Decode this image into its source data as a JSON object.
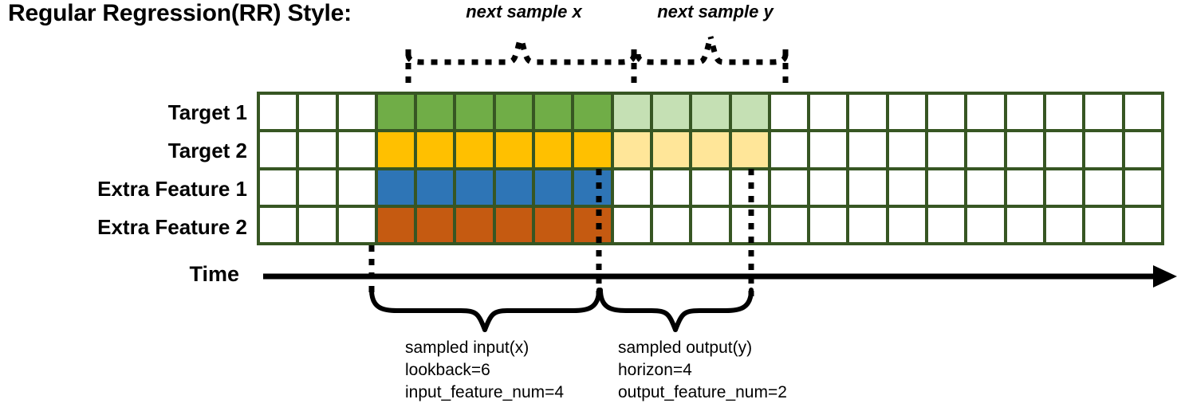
{
  "title": "Regular Regression(RR) Style:",
  "rows": [
    {
      "label": "Target 1",
      "name": "target-1"
    },
    {
      "label": "Target 2",
      "name": "target-2"
    },
    {
      "label": "Extra Feature 1",
      "name": "extra-feature-1"
    },
    {
      "label": "Extra Feature 2",
      "name": "extra-feature-2"
    }
  ],
  "axis": {
    "label": "Time"
  },
  "top_braces": [
    {
      "label": "next sample x"
    },
    {
      "label": "next sample y"
    }
  ],
  "bottom_notes": [
    {
      "line1": "sampled input(x)",
      "line2": "lookback=6",
      "line3": "input_feature_num=4"
    },
    {
      "line1": "sampled output(y)",
      "line2": "horizon=4",
      "line3": "output_feature_num=2"
    }
  ],
  "colors": {
    "grid_line": "#375623",
    "empty": "#ffffff",
    "target1_dark": "#70AD47",
    "target1_light": "#C5E0B4",
    "target2_dark": "#FFC000",
    "target2_light": "#FFE699",
    "extra1_dark": "#2E75B6",
    "extra2_dark": "#C55A11",
    "ink": "#000000"
  },
  "chart_data": {
    "type": "heatmap",
    "title": "Regular Regression(RR) Style:",
    "columns": 23,
    "lookback": 6,
    "horizon": 4,
    "input_feature_num": 4,
    "output_feature_num": 2,
    "input_start_col": 3,
    "output_start_col": 9,
    "output_end_col": 13,
    "row_names": [
      "Target 1",
      "Target 2",
      "Extra Feature 1",
      "Extra Feature 2"
    ],
    "cells": [
      [
        "empty",
        "empty",
        "empty",
        "target1_dark",
        "target1_dark",
        "target1_dark",
        "target1_dark",
        "target1_dark",
        "target1_dark",
        "target1_light",
        "target1_light",
        "target1_light",
        "target1_light",
        "empty",
        "empty",
        "empty",
        "empty",
        "empty",
        "empty",
        "empty",
        "empty",
        "empty",
        "empty"
      ],
      [
        "empty",
        "empty",
        "empty",
        "target2_dark",
        "target2_dark",
        "target2_dark",
        "target2_dark",
        "target2_dark",
        "target2_dark",
        "target2_light",
        "target2_light",
        "target2_light",
        "target2_light",
        "empty",
        "empty",
        "empty",
        "empty",
        "empty",
        "empty",
        "empty",
        "empty",
        "empty",
        "empty"
      ],
      [
        "empty",
        "empty",
        "empty",
        "extra1_dark",
        "extra1_dark",
        "extra1_dark",
        "extra1_dark",
        "extra1_dark",
        "extra1_dark",
        "empty",
        "empty",
        "empty",
        "empty",
        "empty",
        "empty",
        "empty",
        "empty",
        "empty",
        "empty",
        "empty",
        "empty",
        "empty",
        "empty"
      ],
      [
        "empty",
        "empty",
        "empty",
        "extra2_dark",
        "extra2_dark",
        "extra2_dark",
        "extra2_dark",
        "extra2_dark",
        "extra2_dark",
        "empty",
        "empty",
        "empty",
        "empty",
        "empty",
        "empty",
        "empty",
        "empty",
        "empty",
        "empty",
        "empty",
        "empty",
        "empty",
        "empty"
      ]
    ]
  }
}
